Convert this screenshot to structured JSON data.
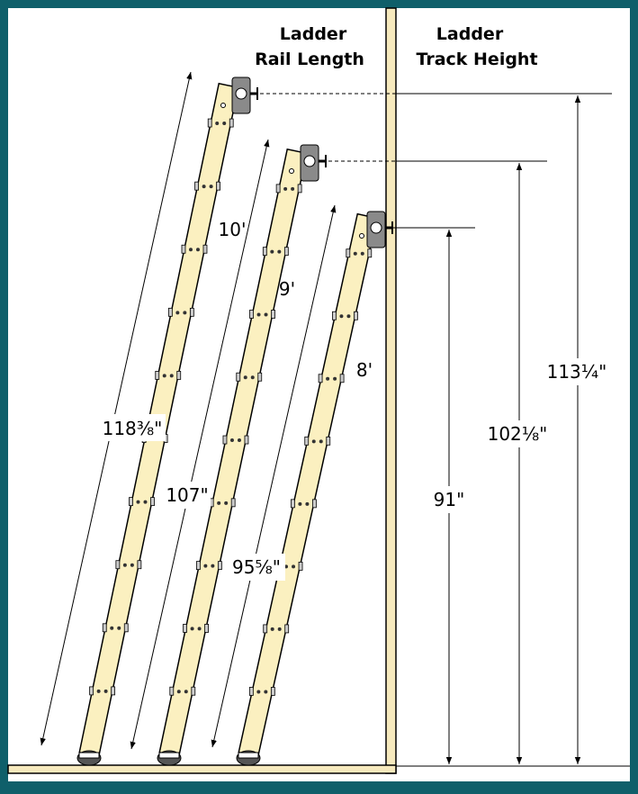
{
  "headers": {
    "rail_line1": "Ladder",
    "rail_line2": "Rail Length",
    "track_line1": "Ladder",
    "track_line2": "Track Height"
  },
  "ladders": [
    {
      "nominal": "10'",
      "rail_length": "118⅜\"",
      "track_height": "113¼\""
    },
    {
      "nominal": "9'",
      "rail_length": "107\"",
      "track_height": "102⅛\""
    },
    {
      "nominal": "8'",
      "rail_length": "95⅝\"",
      "track_height": "91\""
    }
  ],
  "colors": {
    "frame": "#0f5f6a",
    "background": "#ffffff",
    "wood": "#fbf0c0",
    "wall": "#f6e9bd",
    "hardware": "#8a8a8a"
  }
}
